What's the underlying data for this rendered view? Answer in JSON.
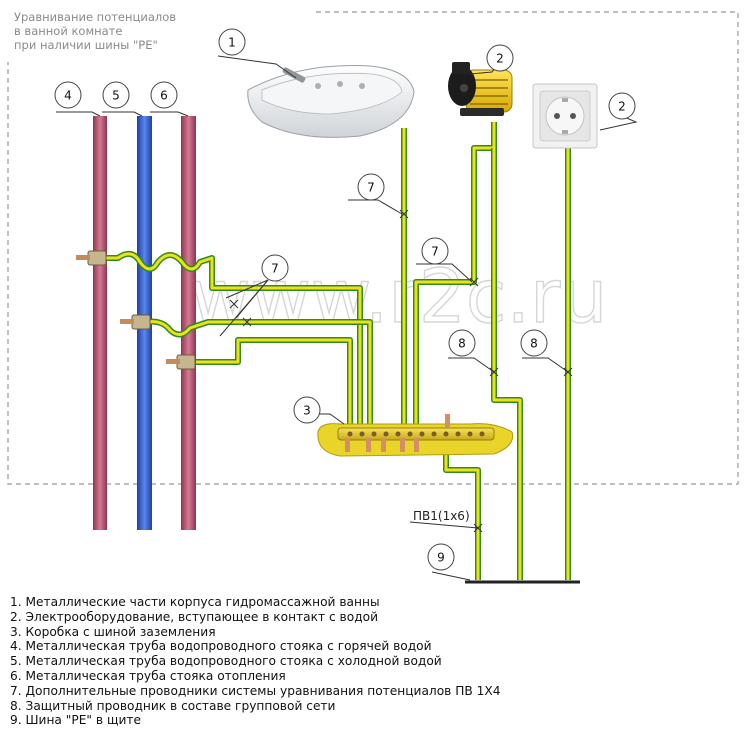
{
  "title_lines": [
    "Уравнивание потенциалов",
    "в ванной комнате",
    "при наличии  шины \"PE\""
  ],
  "watermark": "www.r2c.ru",
  "wire_label": "ПВ1(1х6)",
  "callouts": {
    "bath": "1",
    "pump": "2",
    "socket": "2",
    "hot_water_pipe": "4",
    "cold_water_pipe": "5",
    "heating_pipe": "6",
    "bonding_left": "7",
    "bath_wire": "7",
    "pump_wire": "7",
    "box": "3",
    "protective_pump": "8",
    "protective_socket": "8",
    "pe_bus": "9"
  },
  "legend": [
    "1. Металлические части корпуса гидромассажной ванны",
    "2. Электрооборудование, вступающее в контакт с водой",
    "3. Коробка с шиной заземления",
    "4. Металлическая труба водопроводного стояка с горячей  водой",
    "5. Металлическая труба водопроводного стояка с холодной  водой",
    "6. Металлическая труба стояка отопления",
    "7. Дополнительные проводники системы уравнивания потенциалов ПВ 1Х4",
    "8. Защитный проводник в составе групповой сети",
    "9. Шина \"PE\" в щите"
  ],
  "colors": {
    "wire_yellow": "#e8dc10",
    "wire_green": "#2f8a24",
    "hot_pipe": "#b84f6e",
    "cold_pipe": "#2f5fcf",
    "boundary": "#999999"
  }
}
